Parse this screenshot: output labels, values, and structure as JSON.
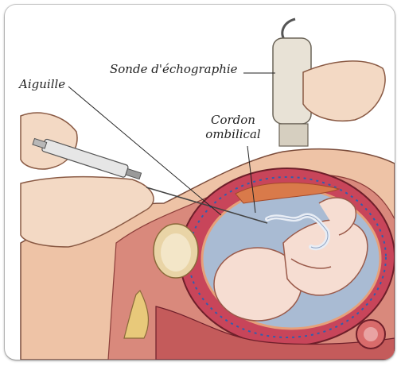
{
  "labels": {
    "probe": "Sonde d'échographie",
    "needle": "Aiguille",
    "cord_line1": "Cordon",
    "cord_line2": "ombilical"
  },
  "colors": {
    "skin": "#f2c7a8",
    "uterus_wall": "#c8455a",
    "amniotic_fluid": "#9fb3cf",
    "fetus": "#f6ddd2",
    "probe": "#e8e2d6"
  }
}
